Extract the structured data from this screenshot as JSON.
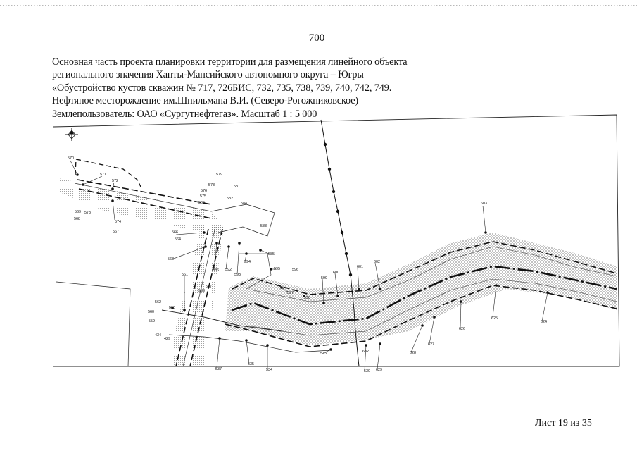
{
  "page_number": "700",
  "header_lines": [
    "Основная часть проекта планировки территории для размещения линейного объекта",
    "регионального значения Ханты-Мансийского автономного округа – Югры",
    "«Обустройство кустов скважин № 717, 726БИС, 732, 735, 738, 739, 740, 742, 749.",
    "Нефтяное месторождение им.Шпильмана В.И. (Северо-Рогожниковское)",
    "Землепользователь: ОАО «Сургутнефтегаз». Масштаб 1 : 5 000"
  ],
  "sheet_label": "Лист 19 из 35",
  "map_labels": [
    "570",
    "571",
    "572",
    "573",
    "569",
    "568",
    "574",
    "567",
    "579",
    "576",
    "578",
    "575",
    "581",
    "582",
    "584",
    "583",
    "565",
    "566",
    "564",
    "563",
    "585",
    "586",
    "592",
    "593",
    "594",
    "595",
    "596",
    "597",
    "598",
    "599",
    "600",
    "601",
    "602",
    "603",
    "561",
    "562",
    "590",
    "560",
    "559",
    "434",
    "429",
    "587",
    "580",
    "537",
    "535",
    "534",
    "533",
    "632",
    "530",
    "629",
    "628",
    "627",
    "626",
    "625",
    "624"
  ]
}
